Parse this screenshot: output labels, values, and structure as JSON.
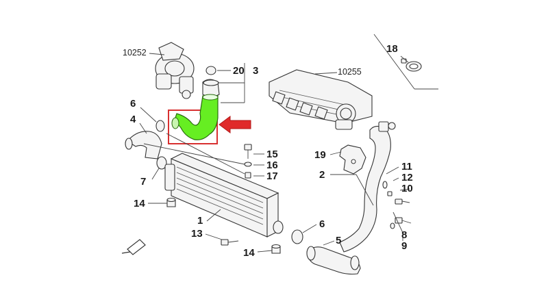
{
  "diagram": {
    "callouts": {
      "c10252": "10252",
      "c10255": "10255",
      "c18": "18",
      "c20": "20",
      "c3": "3",
      "c6a": "6",
      "c4": "4",
      "c7": "7",
      "c14a": "14",
      "c1": "1",
      "c13": "13",
      "c14b": "14",
      "c15": "15",
      "c16": "16",
      "c17": "17",
      "c19": "19",
      "c2": "2",
      "c11": "11",
      "c12": "12",
      "c10": "10",
      "c6b": "6",
      "c5": "5",
      "c8": "8",
      "c9": "9"
    },
    "colors": {
      "highlight_hose": "#66ee22",
      "highlight_box": "#d83030",
      "arrow": "#e02a2a",
      "line": "#333333"
    }
  }
}
